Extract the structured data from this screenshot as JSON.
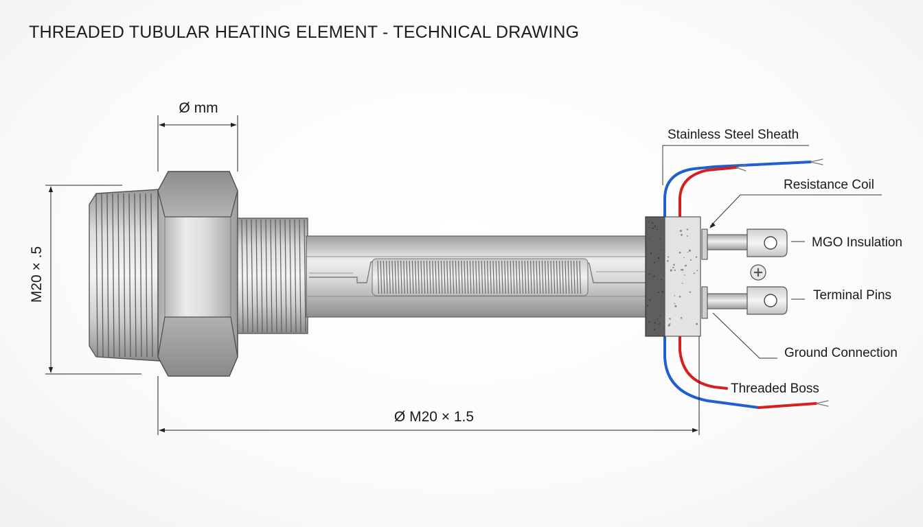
{
  "title": "THREADED TUBULAR HEATING ELEMENT - TECHNICAL DRAWING",
  "dimensions": {
    "hex_width": "Ø mm",
    "thread_height": "M20 × .5",
    "overall_length": "Ø M20 × 1.5"
  },
  "callouts": {
    "sheath": "Stainless Steel Sheath",
    "coil": "Resistance Coil",
    "insulation": "MGO Insulation",
    "pins": "Terminal Pins",
    "ground": "Ground Connection",
    "boss": "Threaded Boss"
  },
  "colors": {
    "wire_red": "#d62020",
    "wire_blue": "#1f5fd0",
    "steel_dark": "#8a8a8a",
    "steel_light": "#e4e4e4",
    "insulation": "#e2e2e2",
    "seal": "#5a5a5a"
  },
  "icons": {
    "ground": "ground-screw-icon"
  }
}
